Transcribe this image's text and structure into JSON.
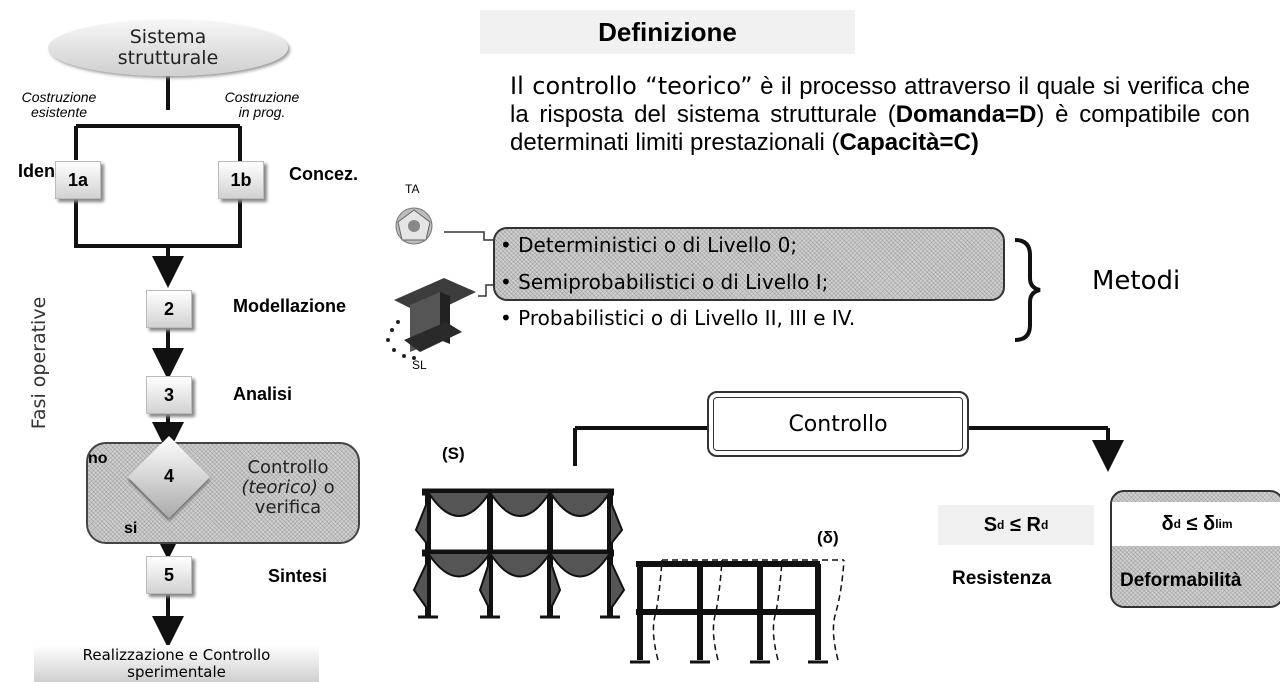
{
  "flow": {
    "start": {
      "line1": "Sistema",
      "line2": "strutturale"
    },
    "branch_left": {
      "line1": "Costruzione",
      "line2": "esistente"
    },
    "branch_right": {
      "line1": "Costruzione",
      "line2": "in prog."
    },
    "label_identif": "Identif.",
    "label_concez": "Concez.",
    "step_1a": "1a",
    "step_1b": "1b",
    "step_2": "2",
    "label_modellazione": "Modellazione",
    "step_3": "3",
    "label_analisi": "Analisi",
    "step_4": "4",
    "label_no": "no",
    "label_si": "si",
    "controllo_line1": "Controllo",
    "controllo_line2": "(teorico)",
    "controllo_o": "o",
    "controllo_line3": "verifica",
    "step_5": "5",
    "label_sintesi": "Sintesi",
    "final_line1": "Realizzazione e Controllo",
    "final_line2": "sperimentale",
    "vertical_label": "Fasi operative"
  },
  "definizione": {
    "title": "Definizione",
    "p1": "Il ",
    "p2": "controllo “teorico”",
    "p3": " è il processo attraverso il quale si verifica che la risposta del sistema strutturale (",
    "p4": "Domanda=D",
    "p5": ") è compatibile con determinati limiti prestazionali (",
    "p6": "Capacità=C)"
  },
  "metodi": {
    "ta_label": "TA",
    "sl_label": "SL",
    "items": [
      "Deterministici o di Livello 0;",
      "Semiprobabilistici o di Livello I;",
      "Probabilistici o di Livello II, III e IV."
    ],
    "title": "Metodi"
  },
  "controllo": {
    "title": "Controllo",
    "s_label": "(S)",
    "delta_label": "(δ)",
    "resistenza_formula": {
      "a": "S",
      "a_sub": "d",
      "op": " ≤ ",
      "b": "R",
      "b_sub": "d"
    },
    "deform_formula": {
      "a": "δ",
      "a_sub": "d",
      "op": " ≤ ",
      "b": "δ",
      "b_sub": "lim"
    },
    "resistenza_label": "Resistenza",
    "deformabilita_label": "Deformabilità"
  }
}
